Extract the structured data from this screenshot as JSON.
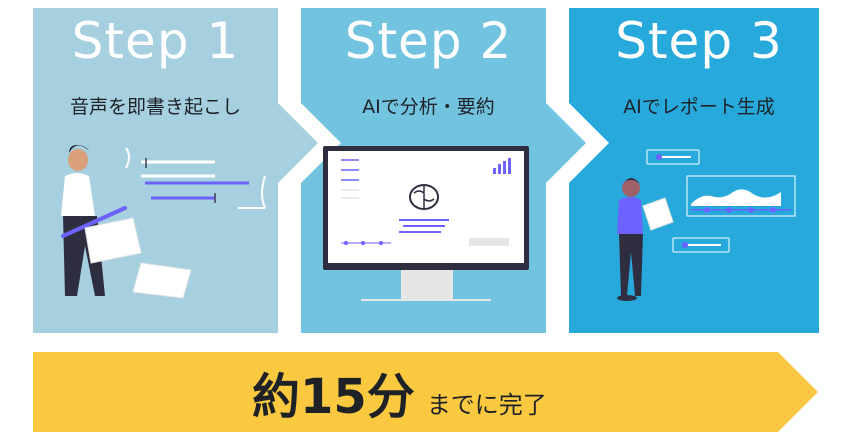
{
  "steps": [
    {
      "title": "Step 1",
      "subtitle": "音声を即書き起こし",
      "color": "#a6cfe0"
    },
    {
      "title": "Step 2",
      "subtitle": "AIで分析・要約",
      "color": "#72c3df"
    },
    {
      "title": "Step 3",
      "subtitle": "AIでレポート生成",
      "color": "#27a9dc"
    }
  ],
  "banner": {
    "main": "約15分",
    "suffix": "までに完了",
    "color": "#fbc93f"
  },
  "colors": {
    "accent": "#6c63ff",
    "dark": "#2f2e41"
  }
}
